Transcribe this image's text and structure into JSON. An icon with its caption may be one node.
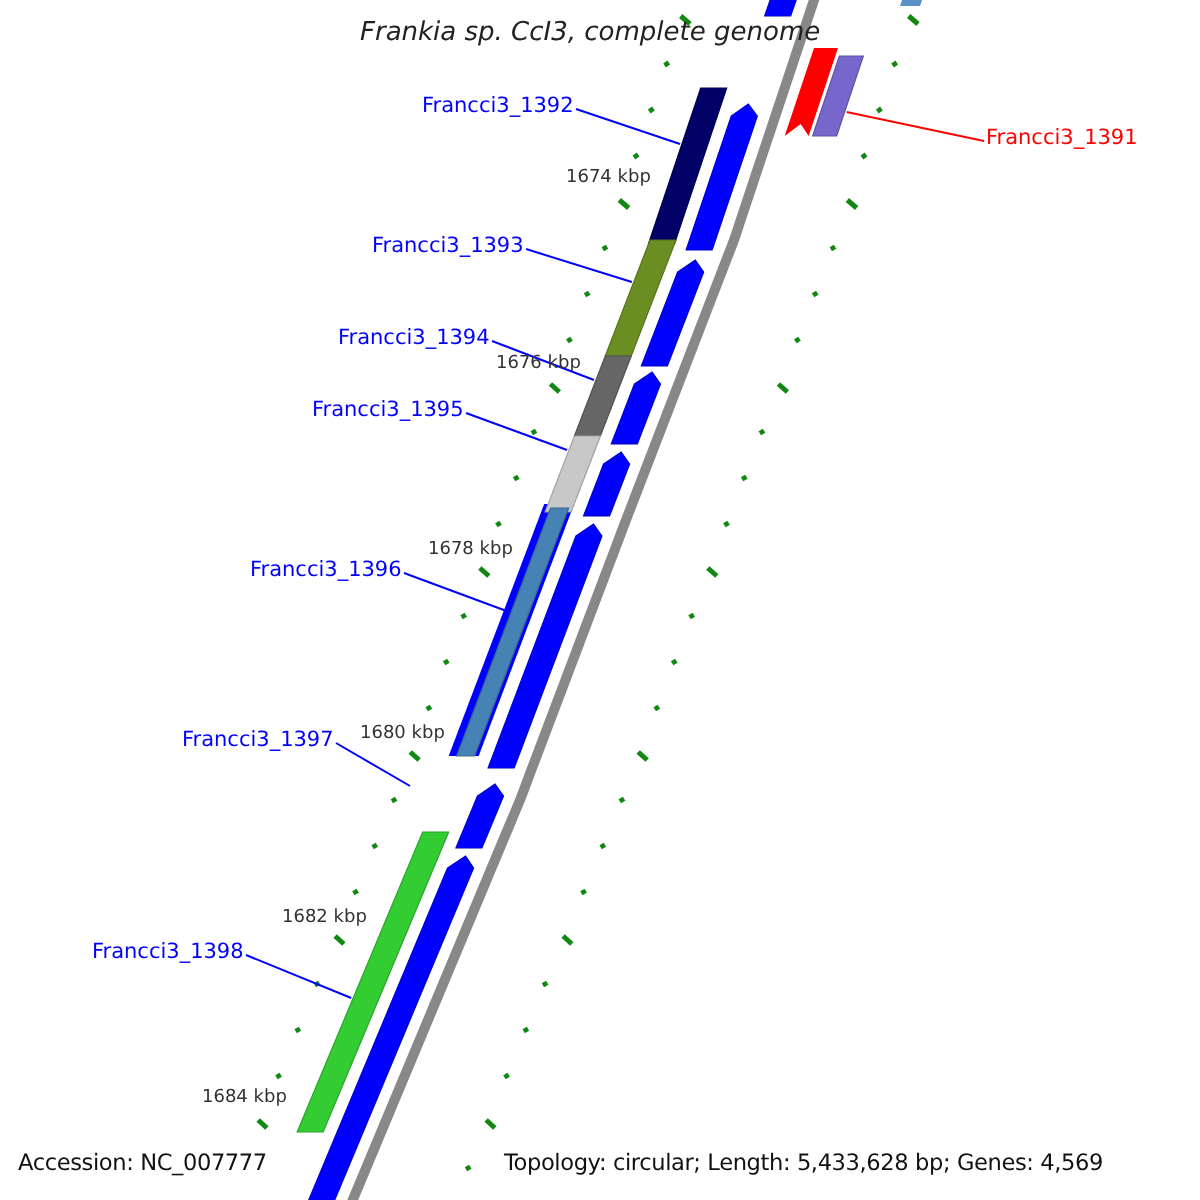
{
  "diagram": {
    "title": "Frankia sp. CcI3, complete genome",
    "nodes": [
      {
        "text": [
          "Francci3_1392"
        ]
      },
      {
        "text": [
          "Francci3_1391"
        ]
      },
      {
        "text": [
          "Francci3_1393"
        ]
      },
      {
        "text": [
          "Francci3_1394"
        ]
      },
      {
        "text": [
          "Francci3_1395"
        ]
      },
      {
        "text": [
          "Francci3_1396"
        ]
      },
      {
        "text": [
          "Francci3_1397"
        ]
      },
      {
        "text": [
          "Francci3_1398"
        ]
      },
      {
        "text": [],
        "shape": "bar"
      },
      {
        "text": [],
        "shape": "bar"
      },
      {
        "text": [],
        "shape": "bar"
      },
      {
        "text": [],
        "shape": "bar"
      },
      {
        "text": [],
        "shape": "bar"
      },
      {
        "text": [],
        "shape": "bar"
      },
      {
        "text": [],
        "shape": "bar"
      },
      {
        "text": [],
        "shape": "bar"
      },
      {
        "text": [],
        "shape": "bar"
      },
      {
        "text": [],
        "shape": "bar"
      },
      {
        "text": [],
        "shape": "bar"
      },
      {
        "text": [],
        "shape": "bar"
      },
      {
        "text": [],
        "shape": "bar"
      },
      {
        "text": [],
        "shape": "bar"
      },
      {
        "text": [],
        "shape": "bar"
      }
    ],
    "edges": [
      {
        "from": 0,
        "to": 8,
        "arrow": "none"
      },
      {
        "from": 1,
        "to": 9,
        "arrow": "none",
        "color": "#ff0000"
      },
      {
        "from": 2,
        "to": 10,
        "arrow": "none"
      },
      {
        "from": 3,
        "to": 11,
        "arrow": "none"
      },
      {
        "from": 4,
        "to": 12,
        "arrow": "none"
      },
      {
        "from": 5,
        "to": 13,
        "arrow": "none"
      },
      {
        "from": 6,
        "to": null,
        "arrow": "none"
      },
      {
        "from": 7,
        "to": 14,
        "arrow": "none"
      }
    ],
    "labels": [
      "1674 kbp",
      "1676 kbp",
      "1678 kbp",
      "1680 kbp",
      "1682 kbp",
      "1684 kbp",
      "Accession: NC_007777",
      "Topology: circular; Length: 5,433,628 bp; Genes: 4,569"
    ]
  }
}
